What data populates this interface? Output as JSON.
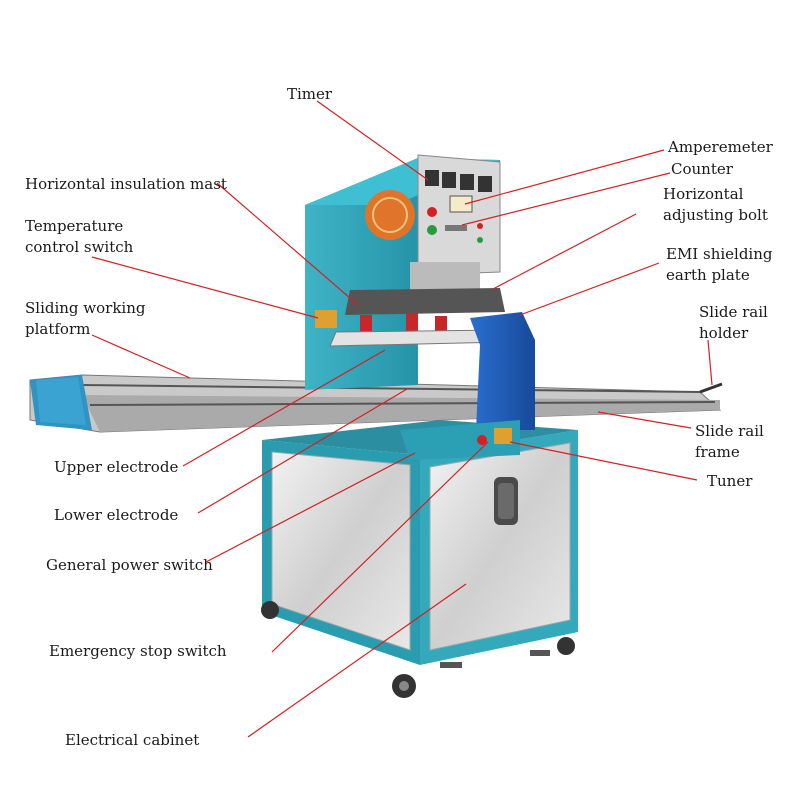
{
  "labels": {
    "timer": "Timer",
    "amperemeter": "Amperemeter",
    "counter": "Counter",
    "horizontal_adjusting_bolt_1": "Horizontal",
    "horizontal_adjusting_bolt_2": "adjusting bolt",
    "horizontal_insulation_mast": "Horizontal insulation mast",
    "temperature_control_switch_1": "Temperature",
    "temperature_control_switch_2": "control switch",
    "emi_shielding_1": "EMI shielding",
    "emi_shielding_2": "earth plate",
    "sliding_platform_1": "Sliding working",
    "sliding_platform_2": "platform",
    "slide_rail_holder_1": "Slide rail",
    "slide_rail_holder_2": "holder",
    "slide_rail_frame_1": "Slide rail",
    "slide_rail_frame_2": "frame",
    "tuner": "Tuner",
    "upper_electrode": "Upper electrode",
    "lower_electrode": "Lower electrode",
    "general_power_switch": "General power switch",
    "emergency_stop_switch": "Emergency stop switch",
    "electrical_cabinet": "Electrical cabinet"
  },
  "colors": {
    "leader_line": "#d42020",
    "machine_teal": "#2b9fb3",
    "machine_teal_dark": "#1d7f92",
    "cabinet_panel": "#d8d8d8",
    "shield_blue": "#1f5fbf",
    "logo_orange": "#e0742a"
  }
}
